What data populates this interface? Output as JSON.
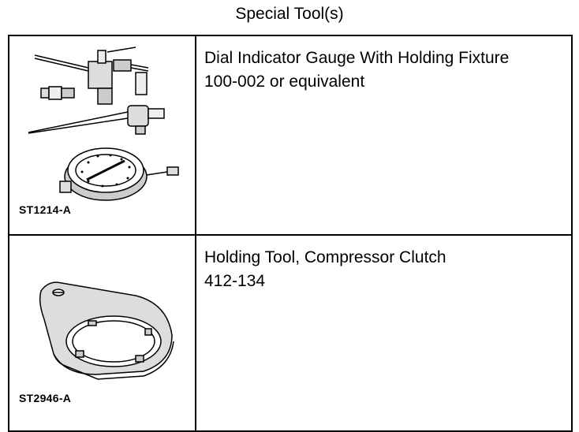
{
  "title": "Special Tool(s)",
  "tools": [
    {
      "code": "ST1214-A",
      "name": "Dial Indicator Gauge With Holding Fixture",
      "part": "100-002 or equivalent",
      "icon": "dial-indicator-gauge-icon"
    },
    {
      "code": "ST2946-A",
      "name": "Holding Tool, Compressor Clutch",
      "part": "412-134",
      "icon": "compressor-clutch-holding-tool-icon"
    }
  ]
}
